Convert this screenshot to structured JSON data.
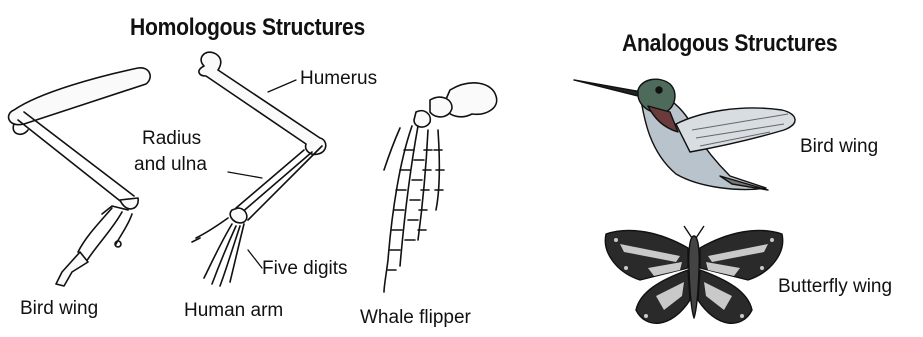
{
  "homologous": {
    "title": "Homologous Structures",
    "labels": {
      "humerus": "Humerus",
      "radius_line1": "Radius",
      "radius_line2": "and ulna",
      "five_digits": "Five digits"
    },
    "captions": {
      "bird_wing": "Bird wing",
      "human_arm": "Human arm",
      "whale_flipper": "Whale flipper"
    }
  },
  "analogous": {
    "title": "Analogous Structures",
    "captions": {
      "bird_wing": "Bird wing",
      "butterfly_wing": "Butterfly wing"
    }
  },
  "colors": {
    "ink": "#111111",
    "hummingbird_body": "#b9c3cc",
    "hummingbird_head": "#4e6a5a",
    "butterfly_dark": "#2a2a2a",
    "butterfly_light": "#c9c9c9"
  }
}
